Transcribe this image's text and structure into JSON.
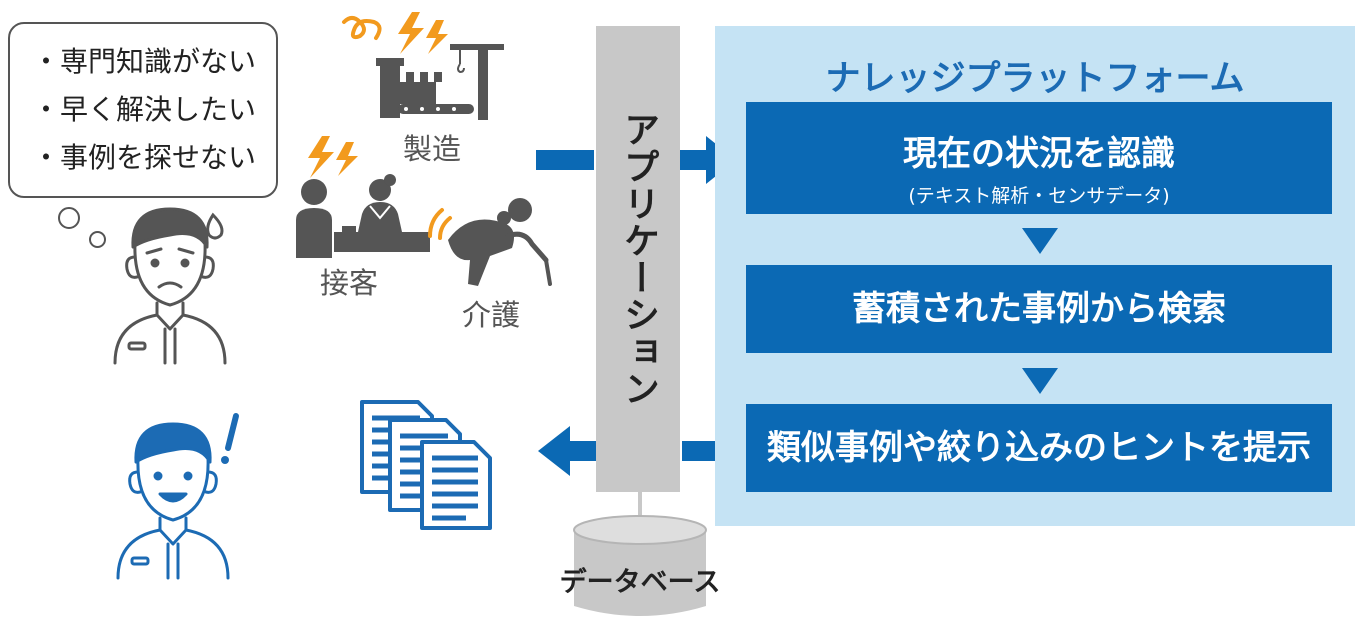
{
  "bubble": {
    "lines": [
      "・専門知識がない",
      "・早く解決したい",
      "・事例を探せない"
    ]
  },
  "categories": {
    "manufacturing": "製造",
    "customer_service": "接客",
    "nursing": "介護"
  },
  "application": {
    "title": "アプリケーション"
  },
  "platform": {
    "title": "ナレッジプラットフォーム",
    "steps": [
      {
        "main": "現在の状況を認識",
        "sub": "(テキスト解析・センサデータ)"
      },
      {
        "main": "蓄積された事例から検索"
      },
      {
        "main": "類似事例や絞り込みのヒントを提示"
      }
    ]
  },
  "database": {
    "label": "データベース"
  },
  "colors": {
    "accent_blue": "#0b69b4",
    "platform_bg": "#c5e3f4",
    "platform_title": "#1c6bb4",
    "warning_orange": "#f29a1e",
    "pillar_gray": "#c8c8c8",
    "icon_gray": "#555555"
  },
  "icons": {
    "worried_person": "worried-person-icon",
    "happy_person": "happy-person-icon",
    "factory": "factory-icon",
    "reception": "reception-icon",
    "care": "elderly-care-icon",
    "documents": "documents-icon",
    "database": "database-icon"
  }
}
